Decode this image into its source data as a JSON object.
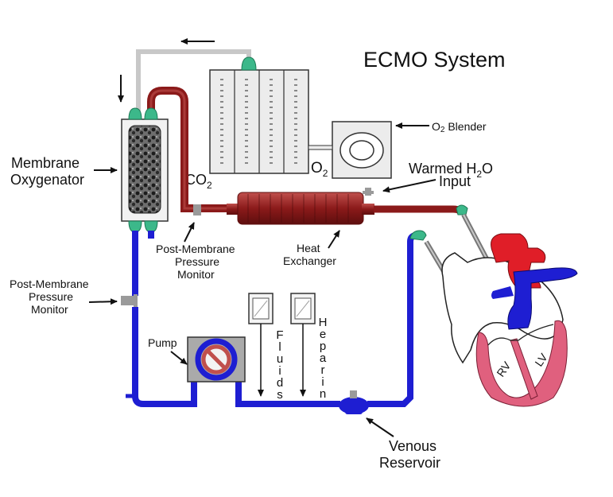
{
  "title": "ECMO System",
  "labels": {
    "membrane_oxygenator_line1": "Membrane",
    "membrane_oxygenator_line2": "Oxygenator",
    "co2": "CO",
    "co2_sub": "2",
    "o2": "O",
    "o2_sub": "2",
    "o2_blender_prefix": "O",
    "o2_blender_sub": "2",
    "o2_blender_suffix": " Blender",
    "warmed_line1": "Warmed H",
    "warmed_sub": "2",
    "warmed_after": "O",
    "input": "Input",
    "heat_exchanger_line1": "Heat",
    "heat_exchanger_line2": "Exchanger",
    "post_membrane_upper_line1": "Post-Membrane",
    "post_membrane_upper_line2": "Pressure",
    "post_membrane_upper_line3": "Monitor",
    "post_membrane_left_line1": "Post-Membrane",
    "post_membrane_left_line2": "Pressure",
    "post_membrane_left_line3": "Monitor",
    "pump": "Pump",
    "fluids": "Fluids",
    "heparin": "Heparin",
    "venous_line1": "Venous",
    "venous_line2": "Reservoir",
    "rv": "RV",
    "lv": "LV"
  },
  "colors": {
    "arterial_red": "#8b1a1a",
    "venous_blue": "#1e1ed2",
    "connector_green": "#3cb88a",
    "heart_pink": "#e0607e",
    "aorta_red": "#e01e28",
    "gas_line_gray": "#c8c8c8"
  },
  "icons": [
    "left-arrow-icon",
    "down-arrow-icon",
    "no-symbol-icon",
    "iv-bag-icon"
  ]
}
